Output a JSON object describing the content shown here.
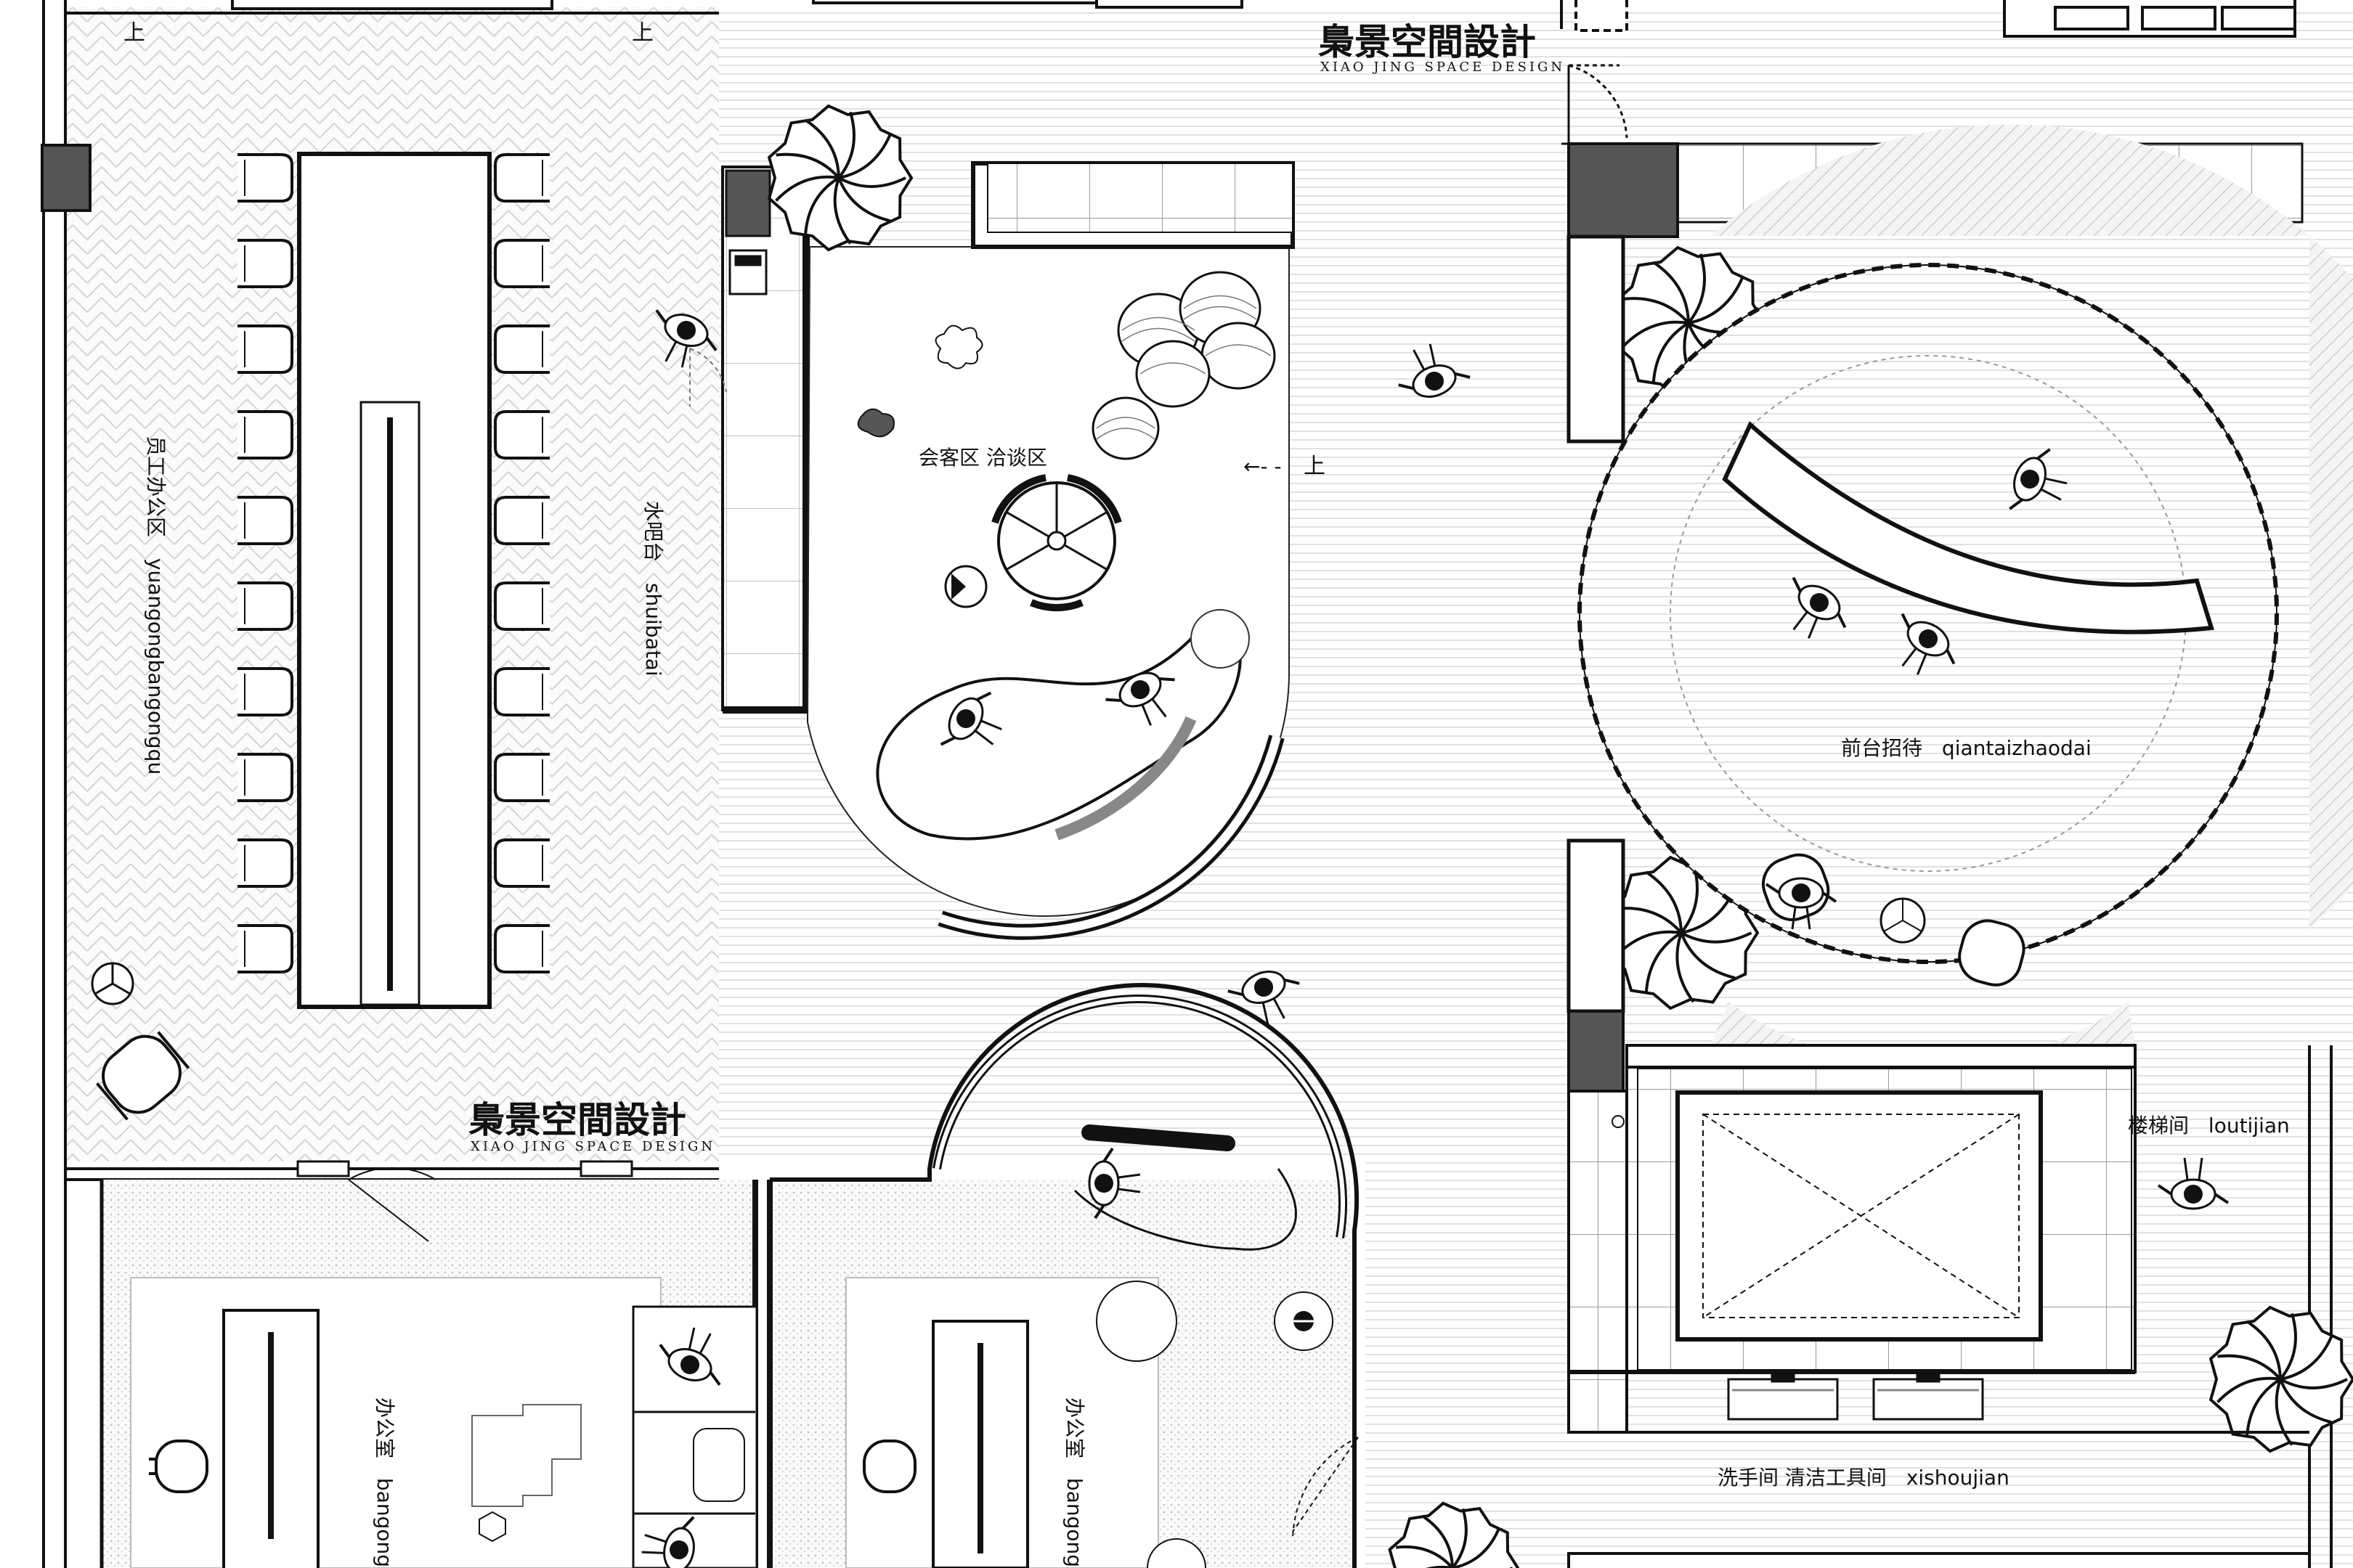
{
  "brand": {
    "name": "梟景空間設計",
    "sub": "XIAO JING SPACE DESIGN"
  },
  "rooms": {
    "staff_office": {
      "cn": "员工办公区",
      "py": "yuangongbangongqu"
    },
    "water_bar": {
      "cn": "水吧台",
      "py": "shuibatai"
    },
    "meeting": {
      "cn": "会客区  洽谈区"
    },
    "reception": {
      "cn": "前台招待",
      "py": "qiantaizhaodai"
    },
    "stairs": {
      "cn": "楼梯间",
      "py": "loutijian"
    },
    "washroom": {
      "cn": "洗手间  清洁工具间",
      "py": "xishoujian"
    },
    "office_left": {
      "cn": "办公室",
      "py": "bangongs"
    },
    "office_mid": {
      "cn": "办公室",
      "py": "bangongs"
    }
  },
  "markers": {
    "up": "上"
  },
  "colors": {
    "line": "#111111",
    "fill_dark": "#555555",
    "hatch": "#bdbdbd"
  }
}
